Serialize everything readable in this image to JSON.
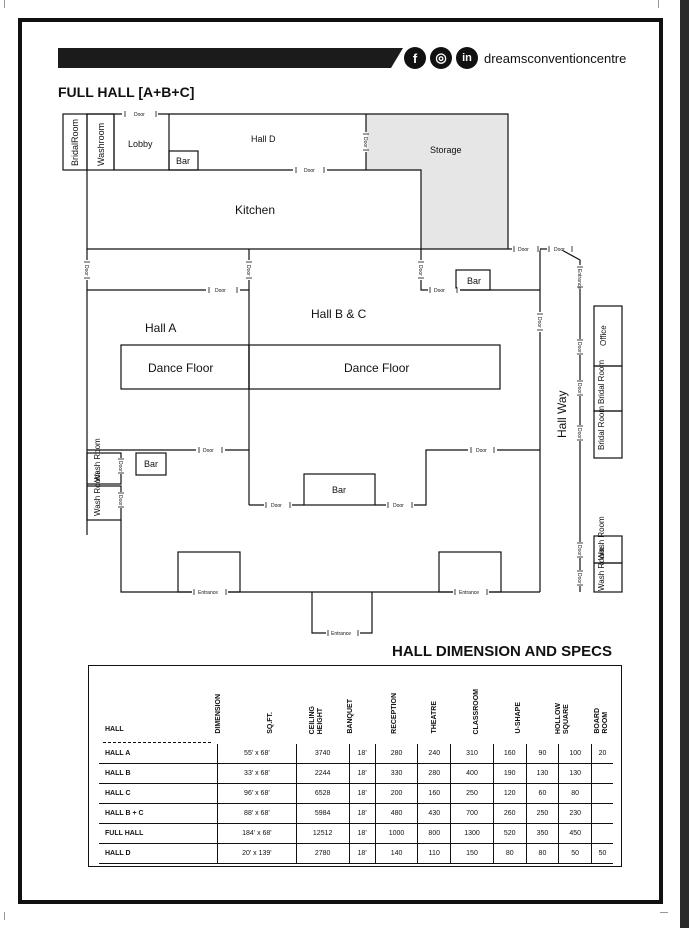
{
  "header": {
    "website": "dreamsconventioncentre",
    "social": [
      "f",
      "◎",
      "in"
    ]
  },
  "plan": {
    "title": "FULL HALL [A+B+C]",
    "rooms": {
      "bridal_room_1": "BridalRoom",
      "washroom": "Washroom",
      "lobby": "Lobby",
      "hall_d": "Hall D",
      "storage": "Storage",
      "bar": "Bar",
      "kitchen": "Kitchen",
      "hall_a": "Hall A",
      "hall_bc": "Hall B & C",
      "dance_floor": "Dance Floor",
      "hall_way": "Hall Way",
      "office": "Office",
      "bridal_room": "Bridal Room",
      "wash_room": "Wash Room"
    },
    "door": "Door",
    "entrance": "Entrance"
  },
  "specs": {
    "title": "HALL DIMENSION AND SPECS",
    "hall_header": "HALL",
    "columns": [
      "DIMENSION",
      "SQ.FT.",
      "CEILING\nHEIGHT",
      "BANQUET",
      "RECEPTION",
      "THEATRE",
      "CLASSROOM",
      "U-SHAPE",
      "HOLLOW\nSQUARE",
      "BOARD\nROOM"
    ],
    "rows": [
      {
        "hall": "HALL A",
        "values": [
          "55' x 68'",
          "3740",
          "18'",
          "280",
          "240",
          "310",
          "160",
          "90",
          "100",
          "20"
        ]
      },
      {
        "hall": "HALL B",
        "values": [
          "33' x 68'",
          "2244",
          "18'",
          "330",
          "280",
          "400",
          "190",
          "130",
          "130",
          ""
        ]
      },
      {
        "hall": "HALL C",
        "values": [
          "96' x 68'",
          "6528",
          "18'",
          "200",
          "160",
          "250",
          "120",
          "60",
          "80",
          ""
        ]
      },
      {
        "hall": "HALL B + C",
        "values": [
          "88' x 68'",
          "5984",
          "18'",
          "480",
          "430",
          "700",
          "260",
          "250",
          "230",
          ""
        ]
      },
      {
        "hall": "FULL HALL",
        "values": [
          "184' x 68'",
          "12512",
          "18'",
          "1000",
          "800",
          "1300",
          "520",
          "350",
          "450",
          ""
        ]
      },
      {
        "hall": "HALL D",
        "values": [
          "20' x 139'",
          "2780",
          "18'",
          "140",
          "110",
          "150",
          "80",
          "80",
          "50",
          "50"
        ]
      }
    ]
  }
}
